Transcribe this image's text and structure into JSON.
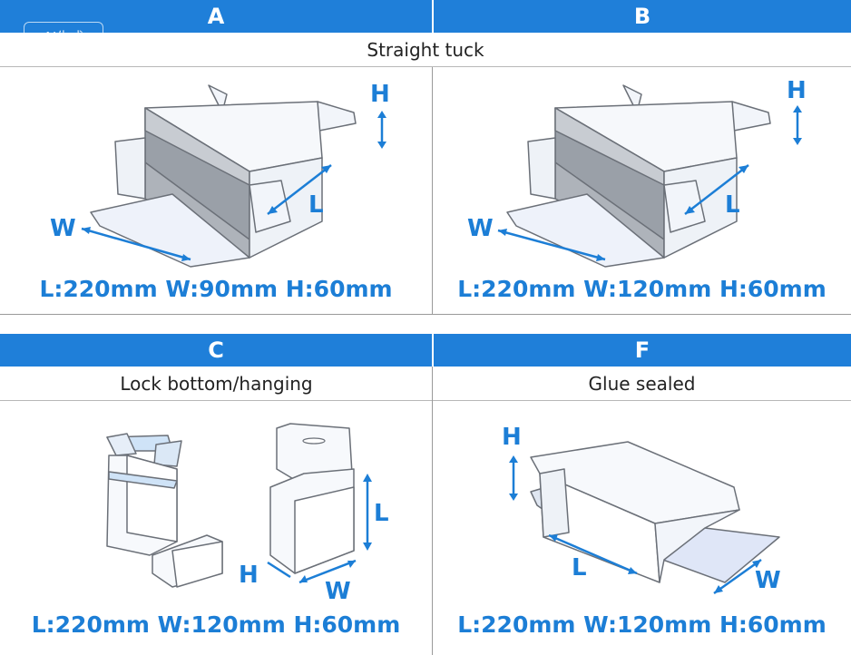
{
  "panels": {
    "a": {
      "letter": "A",
      "style": "Straight tuck",
      "dims": "L:220mm  W:90mm  H:60mm"
    },
    "b": {
      "letter": "B",
      "dims": "L:220mm W:120mm H:60mm"
    },
    "c": {
      "letter": "C",
      "style": "Lock bottom/hanging",
      "dims": "L:220mm  W:120mm  H:60mm"
    },
    "f": {
      "letter": "F",
      "style": "Glue sealed",
      "dims": "L:220mm W:120mm H:60mm"
    }
  },
  "axis_labels": {
    "length": "L",
    "width": "W",
    "height": "H"
  },
  "watermark": "AI生成",
  "colors": {
    "header_blue": "#1f7fd9",
    "dimension_blue": "#1c7ed6",
    "box_inner": "#9aa0a8"
  }
}
